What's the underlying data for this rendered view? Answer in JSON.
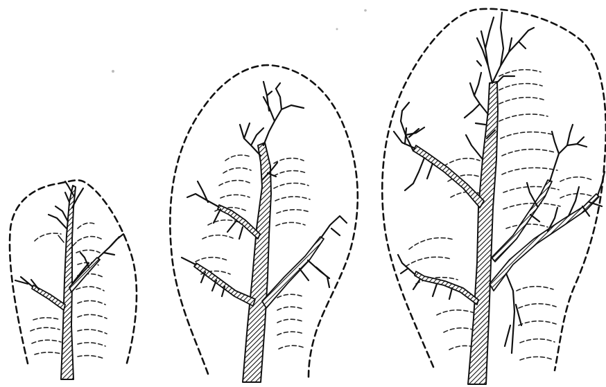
{
  "figure": {
    "panels": [
      {
        "id": "small",
        "ink_color": "#111111"
      },
      {
        "id": "medium",
        "ink_color": "#111111"
      },
      {
        "id": "large",
        "ink_color": "#111111"
      }
    ],
    "background_color": "#ffffff"
  }
}
